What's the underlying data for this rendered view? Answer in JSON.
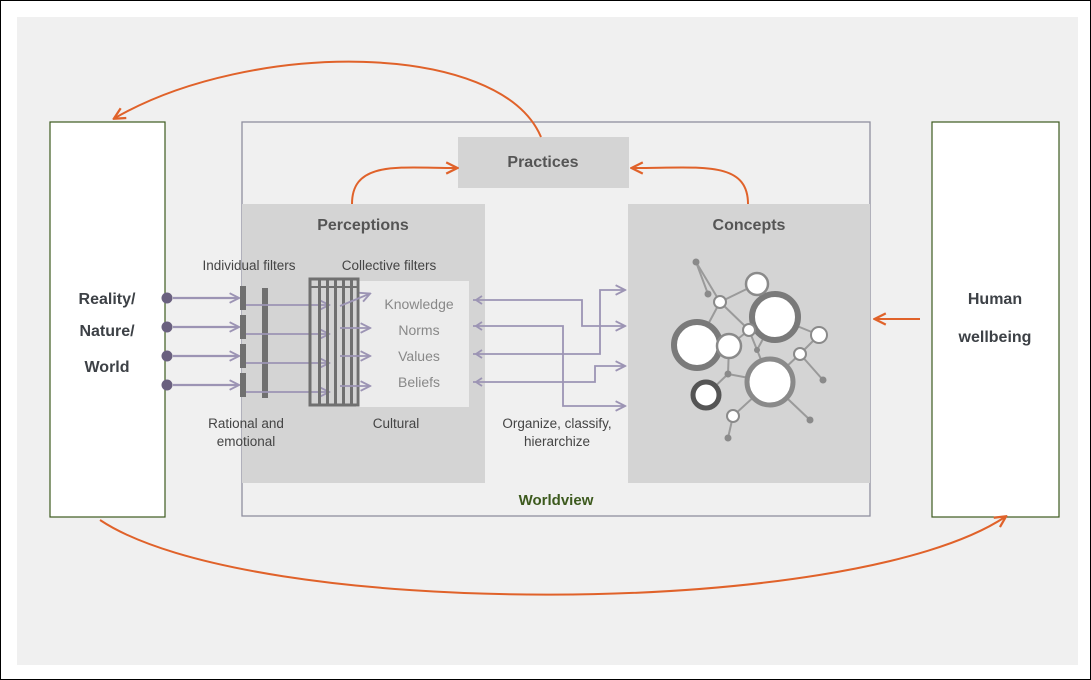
{
  "colors": {
    "background": "#f0f0f0",
    "box_fill": "#d4d4d4",
    "light_box": "#ececec",
    "outer_box_border": "#3d5a1e",
    "worldview_border": "#8f8f9f",
    "orange_arrow": "#e0622a",
    "purple_arrow": "#9c94b4",
    "filter_gray": "#707070",
    "text_dark": "#3d4146",
    "text_gray": "#555555",
    "worldview_label": "#3d5a1e"
  },
  "left_box": {
    "lines": [
      "Reality/",
      "Nature/",
      "World"
    ]
  },
  "right_box": {
    "lines": [
      "Human",
      "wellbeing"
    ]
  },
  "worldview": {
    "label": "Worldview"
  },
  "practices": {
    "label": "Practices"
  },
  "perceptions": {
    "title": "Perceptions",
    "individual_filters_label": "Individual filters",
    "collective_filters_label": "Collective filters",
    "items": [
      "Knowledge",
      "Norms",
      "Values",
      "Beliefs"
    ],
    "rational_label_lines": [
      "Rational and",
      "emotional"
    ],
    "cultural_label": "Cultural"
  },
  "organize_label_lines": [
    "Organize, classify,",
    "hierarchize"
  ],
  "concepts": {
    "title": "Concepts"
  },
  "icons": [
    "network-icon"
  ]
}
